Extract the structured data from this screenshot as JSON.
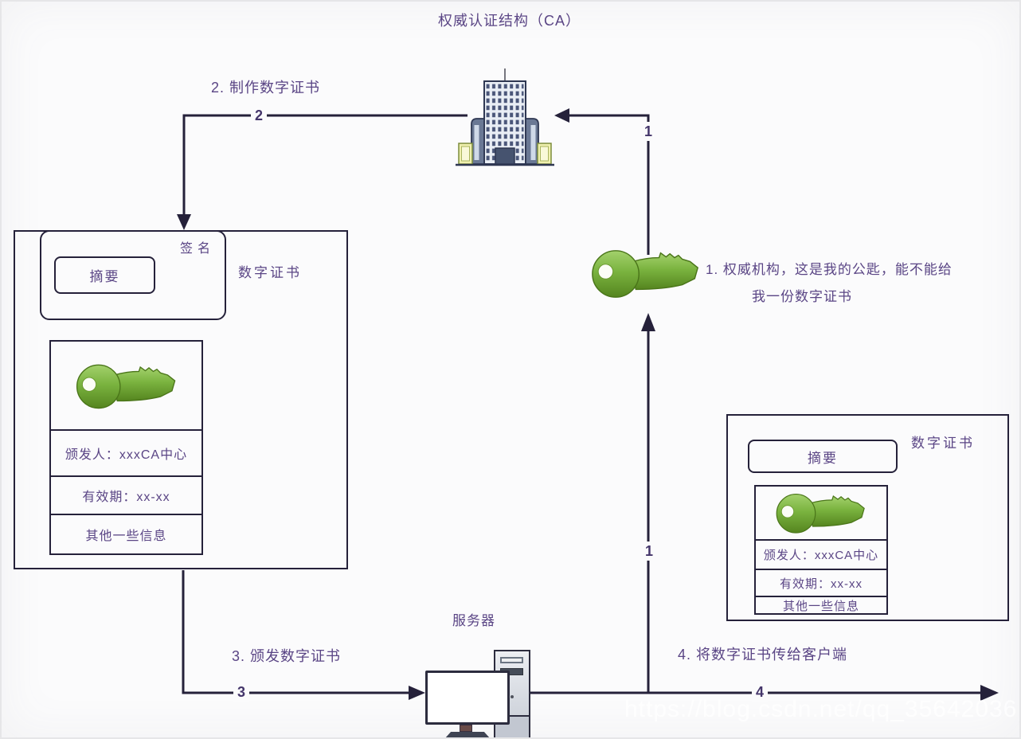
{
  "title": "权威认证结构（CA）",
  "server": {
    "label": "服务器"
  },
  "steps": {
    "s1_line1": "1. 权威机构，这是我的公匙，能不能给",
    "s1_line2": "我一份数字证书",
    "s2": "2. 制作数字证书",
    "s3": "3. 颁发数字证书",
    "s4": "4. 将数字证书传给客户端"
  },
  "markers": {
    "m1": "1",
    "m2": "2",
    "m3": "3",
    "m4": "4"
  },
  "cert_left": {
    "title": "数字证书",
    "signature": "签名",
    "digest": "摘要",
    "issuer": "颁发人：xxxCA中心",
    "validity": "有效期：xx-xx",
    "other": "其他一些信息"
  },
  "cert_right": {
    "title": "数字证书",
    "digest": "摘要",
    "issuer": "颁发人：xxxCA中心",
    "validity": "有效期：xx-xx",
    "other": "其他一些信息"
  },
  "watermark": "https://blog.csdn.net/qq_35642036",
  "icons": {
    "ca": "building-icon",
    "public_key": "key-icon",
    "server": "computer-icon"
  },
  "colors": {
    "canvas": "#fbfbfc",
    "line": "#25213a",
    "text": "#5a4585",
    "key_green": "#7ab33f"
  }
}
